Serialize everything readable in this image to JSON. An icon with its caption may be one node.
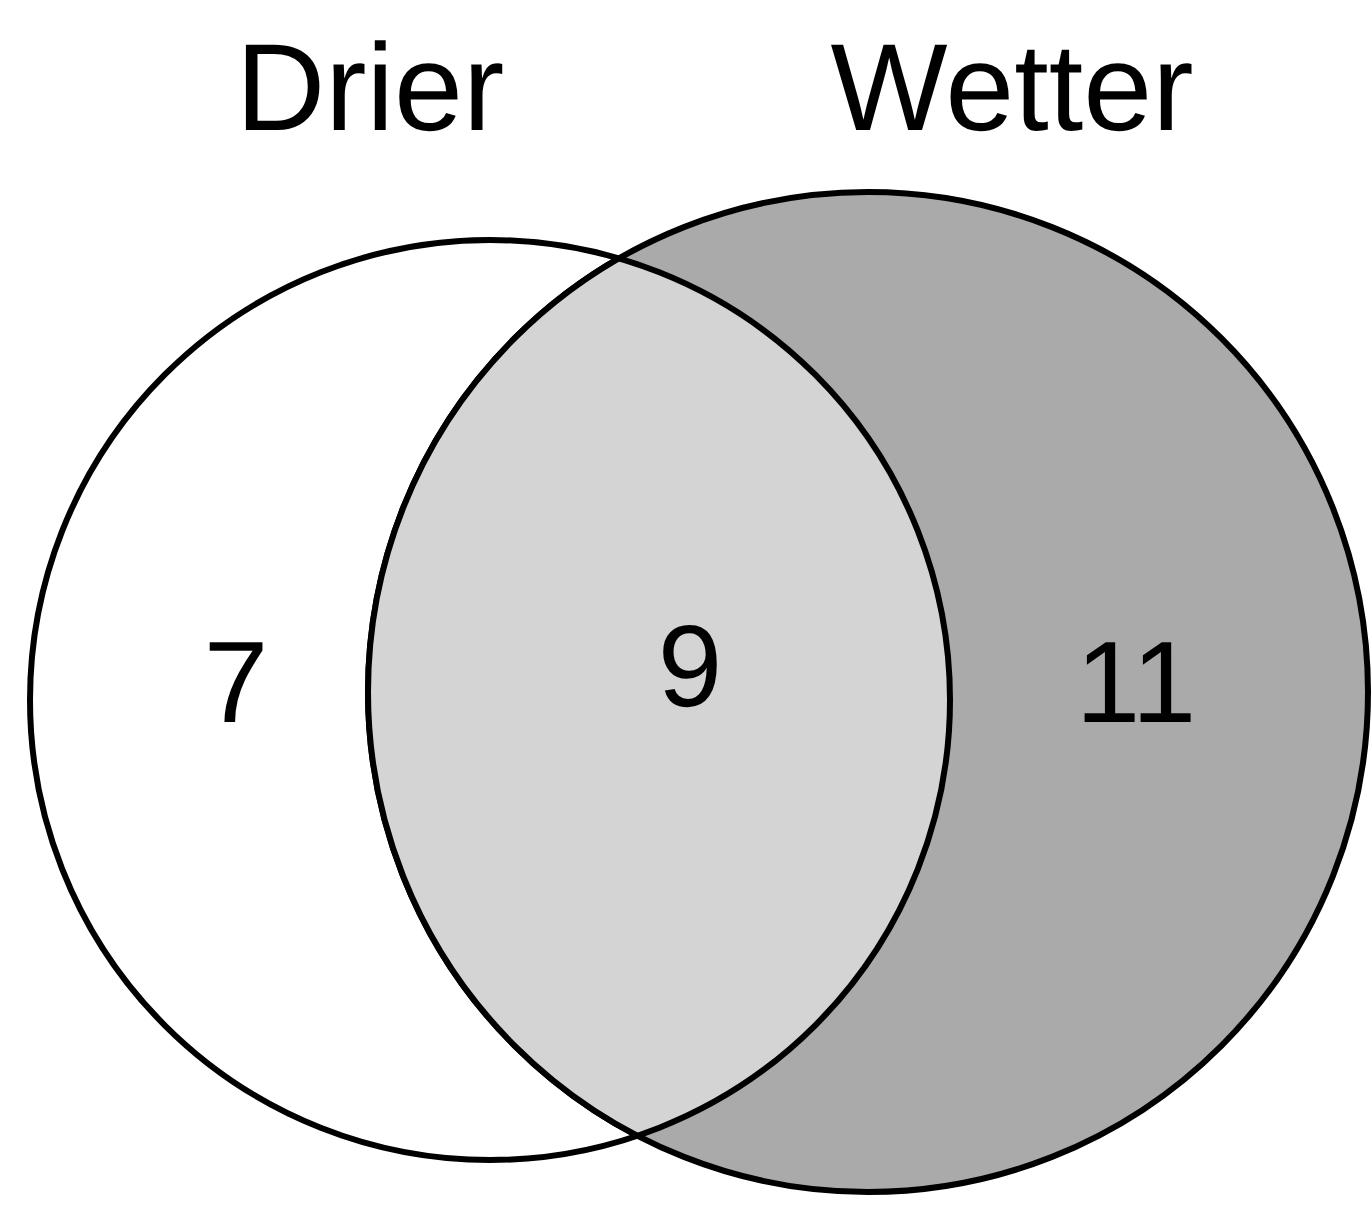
{
  "diagram": {
    "nodes": [
      {
        "text": [
          "Drier"
        ]
      },
      {
        "text": [
          "Wetter"
        ]
      }
    ],
    "labels": [
      "7",
      "9",
      "11"
    ]
  }
}
